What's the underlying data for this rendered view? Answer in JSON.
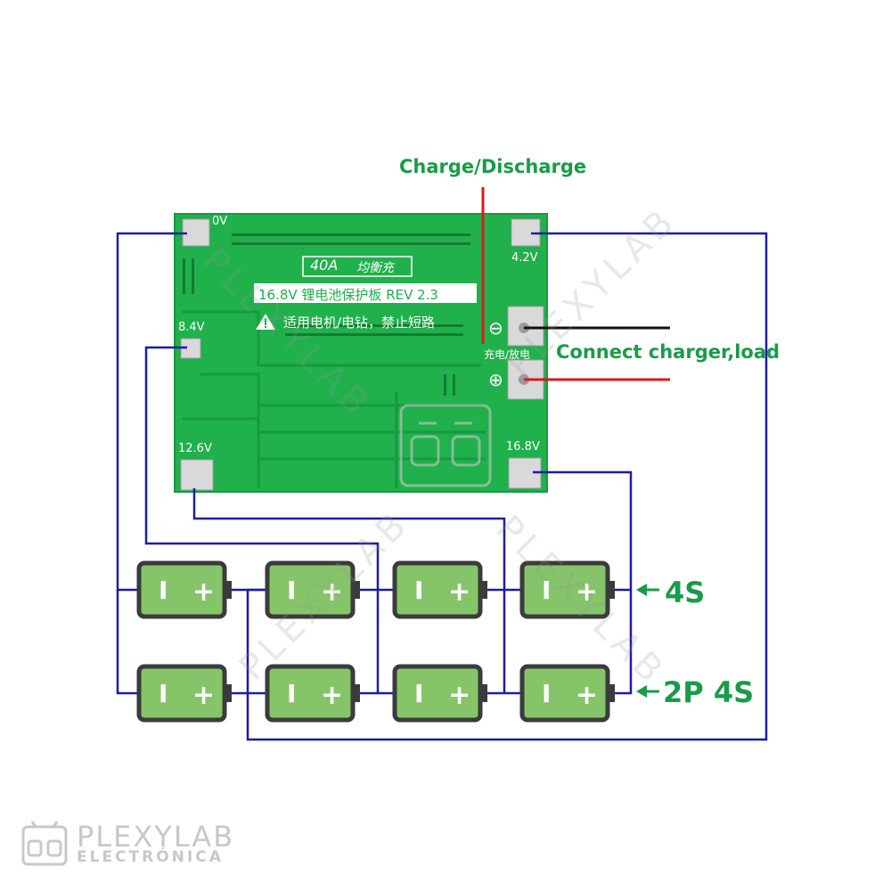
{
  "annotations": {
    "charge_discharge": "Charge/Discharge",
    "connect": "Connect charger,load",
    "label_4s": "4S",
    "label_2p4s": "2P 4S"
  },
  "board": {
    "pad_0v": "0V",
    "pad_4v2": "4.2V",
    "pad_8v4": "8.4V",
    "pad_12v6": "12.6V",
    "pad_16v8": "16.8V",
    "current": "40A",
    "balance": "均衡充",
    "title_line": "16.8V 锂电池保护板 REV 2.3",
    "warning_line": "适用电机/电钻，禁止短路",
    "port_label": "充电/放电",
    "minus": "⊖",
    "plus": "⊕"
  },
  "cell": {
    "neg": "I",
    "pos": "+"
  },
  "watermark": "PLEXYLAB",
  "brand": {
    "name": "PLEXYLAB",
    "sub": "ELECTRÓNICA"
  },
  "colors": {
    "pcb": "#20b04c",
    "cell_fill": "#86c46a",
    "cell_border": "#3b3b3b",
    "wire": "#1c1ca8",
    "red_wire": "#d81b1b",
    "black_wire": "#111111",
    "annotation_green": "#1a9b4a"
  }
}
